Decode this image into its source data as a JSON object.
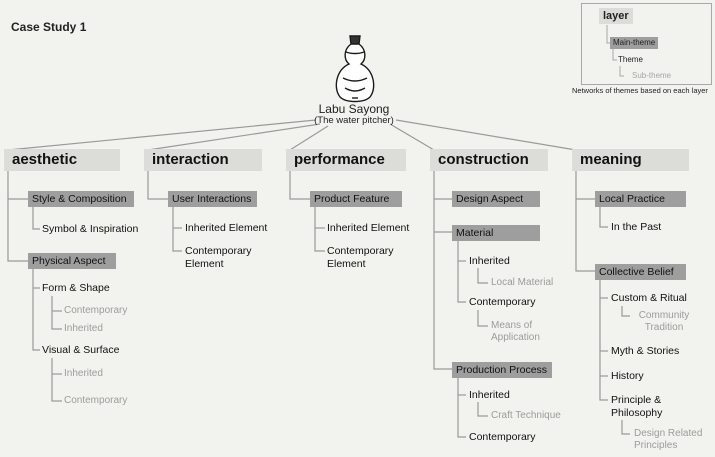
{
  "title": "Case Study 1",
  "root": {
    "name": "Labu Sayong",
    "subtitle": "(The water pitcher)",
    "icon": "gourd-pitcher-icon"
  },
  "legend": {
    "layer": "layer",
    "main_theme": "Main-theme",
    "theme": "Theme",
    "sub_theme": "Sub-theme",
    "caption": "Networks of themes based on each layer"
  },
  "categories": [
    {
      "name": "aesthetic",
      "groups": [
        {
          "label": "Style & Composition",
          "items": [
            {
              "label": "Symbol & Inspiration",
              "subs": []
            }
          ]
        },
        {
          "label": "Physical Aspect",
          "items": [
            {
              "label": "Form & Shape",
              "subs": [
                "Contemporary",
                "Inherited"
              ]
            },
            {
              "label": "Visual & Surface",
              "subs": [
                "Inherited",
                "Contemporary"
              ]
            }
          ]
        }
      ]
    },
    {
      "name": "interaction",
      "groups": [
        {
          "label": "User Interactions",
          "items": [
            {
              "label": "Inherited Element",
              "subs": []
            },
            {
              "label": "Contemporary Element",
              "subs": []
            }
          ]
        }
      ]
    },
    {
      "name": "performance",
      "groups": [
        {
          "label": "Product Feature",
          "items": [
            {
              "label": "Inherited Element",
              "subs": []
            },
            {
              "label": "Contemporary Element",
              "subs": []
            }
          ]
        }
      ]
    },
    {
      "name": "construction",
      "groups": [
        {
          "label": "Design Aspect",
          "items": []
        },
        {
          "label": "Material",
          "items": [
            {
              "label": "Inherited",
              "subs": [
                "Local Material"
              ]
            },
            {
              "label": "Contemporary",
              "subs": [
                "Means of Application"
              ]
            }
          ]
        },
        {
          "label": "Production Process",
          "items": [
            {
              "label": "Inherited",
              "subs": [
                "Craft Technique"
              ]
            },
            {
              "label": "Contemporary",
              "subs": []
            }
          ]
        }
      ]
    },
    {
      "name": "meaning",
      "groups": [
        {
          "label": "Local Practice",
          "items": [
            {
              "label": "In the Past",
              "subs": []
            }
          ]
        },
        {
          "label": "Collective Belief",
          "items": [
            {
              "label": "Custom & Ritual",
              "subs": [
                "Community Tradition"
              ]
            },
            {
              "label": "Myth & Stories",
              "subs": []
            },
            {
              "label": "History",
              "subs": []
            },
            {
              "label": "Principle & Philosophy",
              "subs": [
                "Design Related Principles"
              ]
            }
          ]
        }
      ]
    }
  ]
}
